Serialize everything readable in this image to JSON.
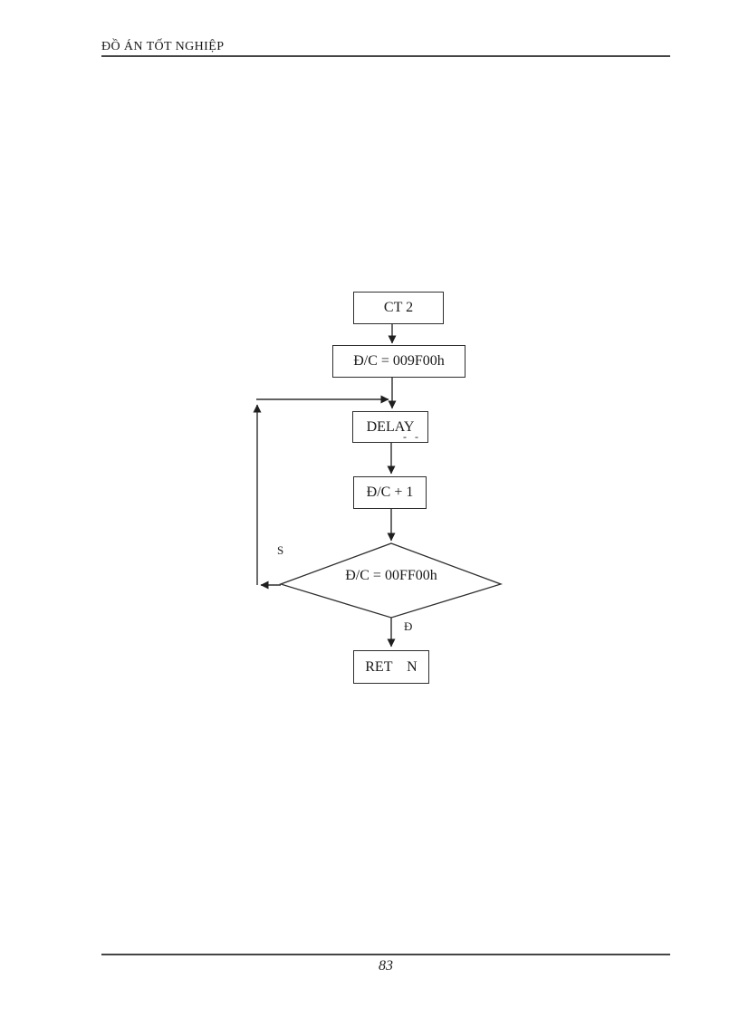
{
  "page": {
    "header": {
      "title": "ĐỒ ÁN TỐT NGHIỆP"
    },
    "footer": {
      "page_number": "83"
    }
  },
  "colors": {
    "ink": "#1f1f1f",
    "paper": "#ffffff"
  },
  "flowchart": {
    "nodes": [
      {
        "id": "ct2",
        "type": "process",
        "label": "CT 2"
      },
      {
        "id": "set-address",
        "type": "process",
        "label": "Đ/C = 009F00h"
      },
      {
        "id": "delay",
        "type": "process",
        "label": "DELAY",
        "note": "- -"
      },
      {
        "id": "increment",
        "type": "process",
        "label": "Đ/C + 1"
      },
      {
        "id": "compare",
        "type": "decision",
        "label": "Đ/C = 00FF00h"
      },
      {
        "id": "return",
        "type": "process",
        "label": "RET    N"
      }
    ],
    "branches": {
      "no_label": "S",
      "yes_label": "Đ"
    }
  }
}
